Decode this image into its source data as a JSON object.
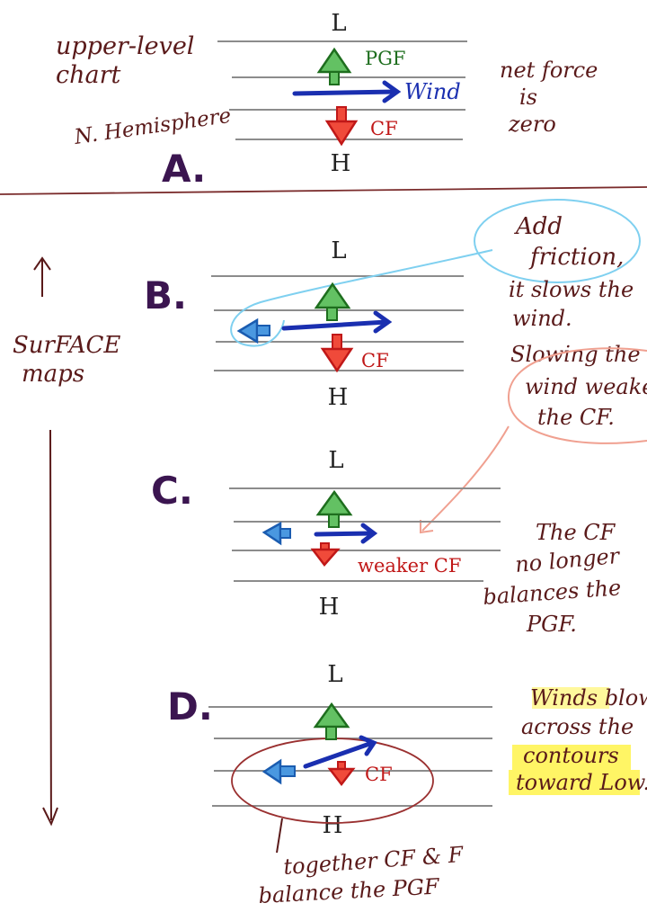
{
  "colors": {
    "ink": "#5a1a1a",
    "panel_letter": "#3b1550",
    "contour": "#8c8c8c",
    "pgf_fill": "#63c163",
    "pgf_stroke": "#1e6e1e",
    "cf_fill": "#f04a3a",
    "cf_stroke": "#c01818",
    "friction_fill": "#4a98e0",
    "friction_stroke": "#1a5cb0",
    "wind": "#1a2fb0",
    "highlight": "#fff34a",
    "callout_blue": "#7fd0f0",
    "callout_red": "#f0a090",
    "separator": "#7a2b2b",
    "green_text": "#1e6e1e",
    "blue_text": "#1a2fb0",
    "red_text": "#c01818"
  },
  "panel_a": {
    "letter": "A.",
    "low": "L",
    "high": "H",
    "pgf_label": "PGF",
    "wind_label": "Wind",
    "cf_label": "CF",
    "left_note": [
      "upper-level",
      "chart",
      "N. Hemisphere"
    ],
    "right_note": [
      "net force",
      "is",
      "zero"
    ]
  },
  "side_label": [
    "SurFACE",
    "maps"
  ],
  "panel_b": {
    "letter": "B.",
    "low": "L",
    "high": "H",
    "cf_label": "CF",
    "bubble_blue": [
      "Add",
      "friction,"
    ],
    "note": [
      "it slows the",
      "wind.",
      "Slowing the"
    ],
    "bubble_red": [
      "wind weakens",
      "the CF."
    ]
  },
  "panel_c": {
    "letter": "C.",
    "low": "L",
    "high": "H",
    "cf_label": "weaker CF",
    "note": [
      "The CF",
      "no longer",
      "balances the",
      "PGF."
    ]
  },
  "panel_d": {
    "letter": "D.",
    "low": "L",
    "high": "H",
    "cf_label": "CF",
    "note": [
      "Winds blow",
      "across the",
      "contours",
      "toward Low."
    ],
    "bottom_note": [
      "together CF & F",
      "balance the PGF"
    ]
  }
}
